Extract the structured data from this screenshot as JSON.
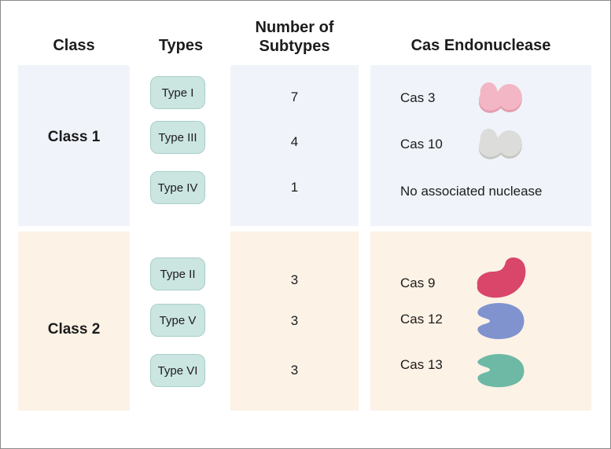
{
  "figure": {
    "headers": {
      "class": "Class",
      "types": "Types",
      "subtypes_line1": "Number of",
      "subtypes_line2": "Subtypes",
      "cas": "Cas Endonuclease"
    },
    "colors": {
      "class1_panel": "#f0f4fa",
      "class2_panel": "#fcf2e6",
      "type_pill_fill": "#cbe5e1",
      "type_pill_border": "#a9cfc9",
      "border": "#8a8a8a",
      "text": "#1c1c1c"
    },
    "rows": [
      {
        "class_label": "Class 1",
        "panel_color": "#f0f4fa",
        "entries": [
          {
            "type": "Type I",
            "subtypes": "7",
            "cas": "Cas 3",
            "blob_shape": "peanut",
            "blob_color": "#f3b6c4",
            "blob_shadow": "#e29fb0"
          },
          {
            "type": "Type III",
            "subtypes": "4",
            "cas": "Cas 10",
            "blob_shape": "peanut",
            "blob_color": "#dcdcda",
            "blob_shadow": "#c6c6c3"
          },
          {
            "type": "Type IV",
            "subtypes": "1",
            "cas": "No associated nuclease",
            "blob_shape": "none",
            "blob_color": "",
            "blob_shadow": ""
          }
        ]
      },
      {
        "class_label": "Class 2",
        "panel_color": "#fcf2e6",
        "entries": [
          {
            "type": "Type II",
            "subtypes": "3",
            "cas": "Cas 9",
            "blob_shape": "crescent",
            "blob_color": "#d9466a",
            "blob_shadow": "#c43b5e"
          },
          {
            "type": "Type V",
            "subtypes": "3",
            "cas": "Cas 12",
            "blob_shape": "notched",
            "blob_color": "#8093cf",
            "blob_shadow": "#6f82c0"
          },
          {
            "type": "Type VI",
            "subtypes": "3",
            "cas": "Cas 13",
            "blob_shape": "notched",
            "blob_color": "#6db9a5",
            "blob_shadow": "#5da895"
          }
        ]
      }
    ]
  }
}
